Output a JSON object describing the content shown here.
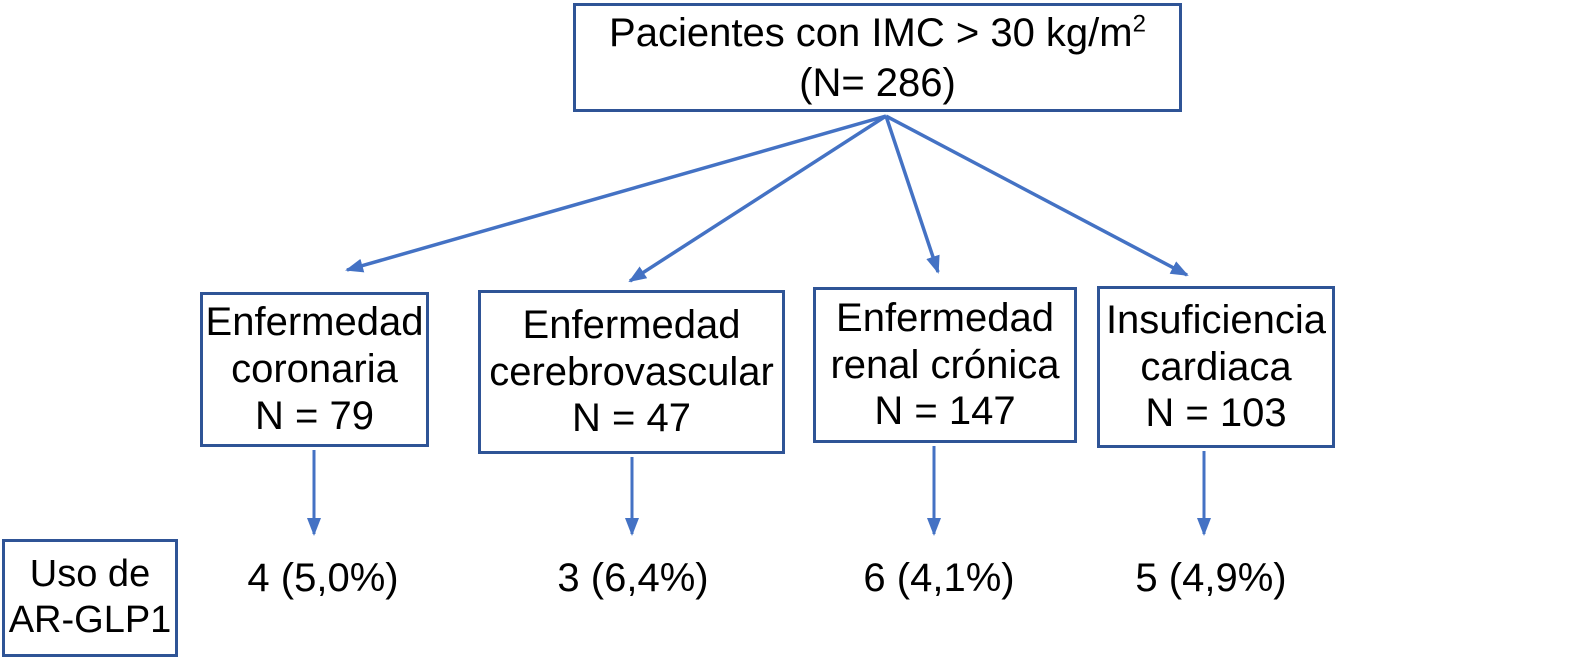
{
  "colors": {
    "box_border": "#2F5496",
    "arrow": "#4472C4",
    "text": "#000000",
    "background": "#FFFFFF"
  },
  "root_box": {
    "title": "Pacientes con IMC > 30 kg/m",
    "title_superscript": "2",
    "subtitle": "(N= 286)"
  },
  "row_label_box": {
    "line1": "Uso de",
    "line2": "AR-GLP1"
  },
  "branches": [
    {
      "line1": "Enfermedad",
      "line2": "coronaria",
      "n_label": "N = 79",
      "value": "4 (5,0%)"
    },
    {
      "line1": "Enfermedad",
      "line2": "cerebrovascular",
      "n_label": "N = 47",
      "value": "3 (6,4%)"
    },
    {
      "line1": "Enfermedad",
      "line2": "renal crónica",
      "n_label": "N = 147",
      "value": "6 (4,1%)"
    },
    {
      "line1": "Insuficiencia",
      "line2": "cardiaca",
      "n_label": "N = 103",
      "value": "5 (4,9%)"
    }
  ]
}
